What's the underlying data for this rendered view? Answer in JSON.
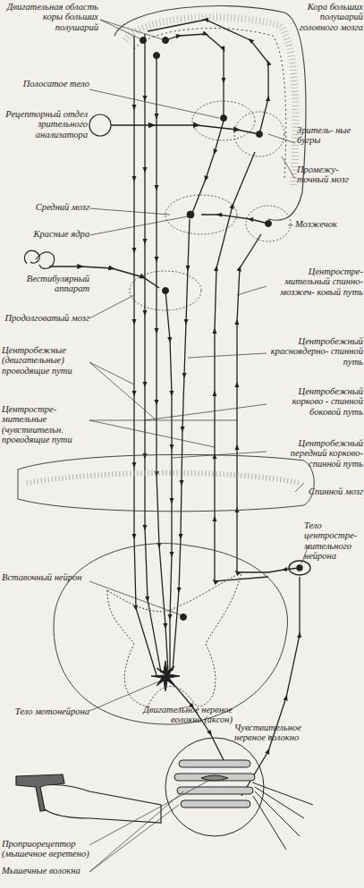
{
  "diagram": {
    "labels": [
      "Двигательная область коры больших полушарий",
      "Кора больших полушарий головного мозга",
      "Полосатое тело",
      "Рецепторный отдел зрительного анализатора",
      "Зритель- ные бугры",
      "Промежу- точный мозг",
      "Средний мозг",
      "Красные ядра",
      "Мозжечок",
      "Вестибулярный аппарат",
      "Центростре- мительный спинно-мозжеч- ковый путь",
      "Продолговатый мозг",
      "Центробежный красноядерно- спинной путь",
      "Центробежные (двигательные) проводящие пути",
      "Центробежный корково - спинной боковой путь",
      "Центростре- мительные (чувствительн. проводящие пути",
      "Центробежный передний корково-спинной путь",
      "Спинной мозг",
      "Тело центростре- мительного нейрона",
      "Вставочный нейрон",
      "Тело мотонейрона",
      "Двигательное нервное волокно (аксон)",
      "Чувствительное нервное волокно",
      "Проприорецептор (мышечное веретено)",
      "Мышечные волокна"
    ]
  }
}
